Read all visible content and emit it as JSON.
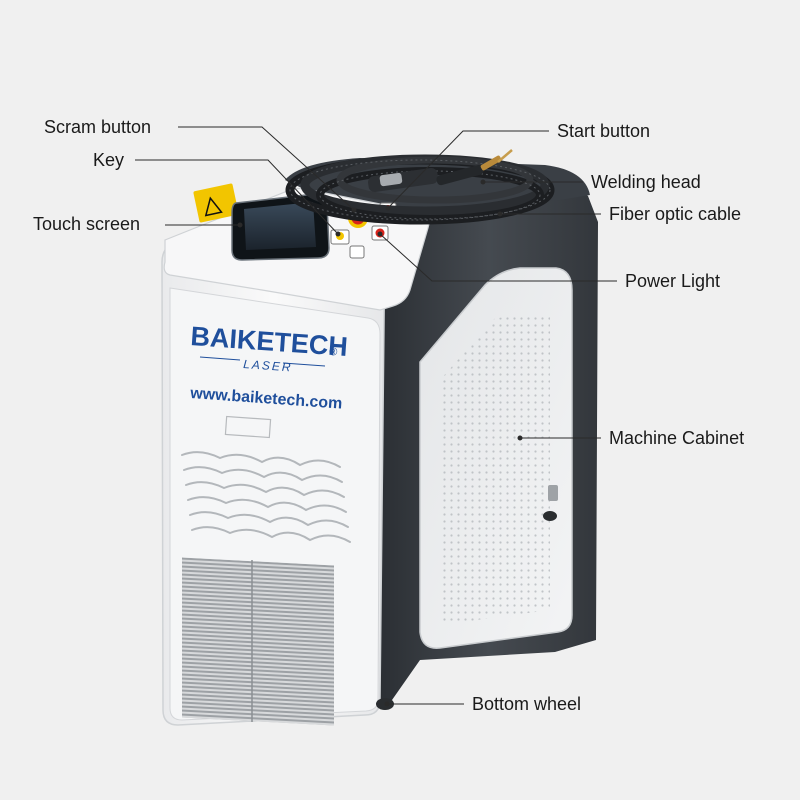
{
  "brand": {
    "name": "BAIKETECH",
    "registered_mark": "®",
    "subline": "LASER",
    "website": "www.baiketech.com"
  },
  "labels": {
    "scram_button": "Scram button",
    "key": "Key",
    "touch_screen": "Touch screen",
    "start_button": "Start button",
    "welding_head": "Welding head",
    "fiber_optic_cable": "Fiber optic cable",
    "power_light": "Power Light",
    "machine_cabinet": "Machine Cabinet",
    "bottom_wheel": "Bottom wheel"
  },
  "colors": {
    "background": "#f0f0f0",
    "cabinet_white": "#f4f5f6",
    "cabinet_dark": "#3d4248",
    "brand_blue": "#1f4f9c",
    "warning_yellow": "#f2c500",
    "scram_red": "#d9241c",
    "leader_line": "#2a2a2a"
  },
  "icons": {
    "warning_label": "laser-warning-icon"
  }
}
